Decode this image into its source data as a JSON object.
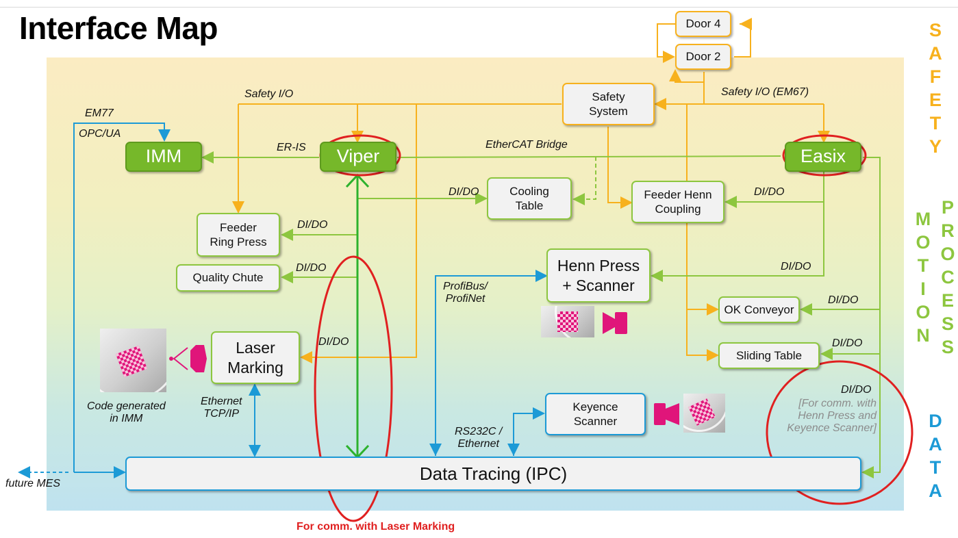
{
  "title": "Interface Map",
  "side_labels": {
    "safety": "S\nA\nF\nE\nT\nY",
    "motion": "M\nO\nT\nI\nO\nN",
    "process": "P\nR\nO\nC\nE\nS\nS",
    "data": "D\nA\nT\nA"
  },
  "nodes": {
    "door4": "Door 4",
    "door2": "Door 2",
    "safety_system": "Safety\nSystem",
    "imm": "IMM",
    "viper": "Viper",
    "easix": "Easix",
    "cooling_table": "Cooling\nTable",
    "feeder_henn": "Feeder Henn\nCoupling",
    "feeder_ring": "Feeder\nRing Press",
    "quality_chute": "Quality Chute",
    "henn_press": "Henn Press\n+ Scanner",
    "ok_conveyor": "OK Conveyor",
    "sliding_table": "Sliding Table",
    "laser_marking": "Laser\nMarking",
    "keyence": "Keyence\nScanner",
    "data_tracing": "Data Tracing (IPC)"
  },
  "labels": {
    "safety_io": "Safety I/O",
    "safety_io_em67": "Safety I/O (EM67)",
    "em77": "EM77",
    "opc_ua": "OPC/UA",
    "er_is": "ER-IS",
    "ethercat": "EtherCAT Bridge",
    "didos": [
      "DI/DO",
      "DI/DO",
      "DI/DO",
      "DI/DO",
      "DI/DO",
      "DI/DO",
      "DI/DO",
      "DI/DO",
      "DI/DO"
    ],
    "profibus": "ProfiBus/\nProfiNet",
    "ethernet_tcp": "Ethernet\nTCP/IP",
    "code_generated": "Code generated\nin IMM",
    "rs232": "RS232C /\nEthernet",
    "future_mes": "future MES",
    "comm_note": "[For comm. with\nHenn Press and\nKeyence Scanner]",
    "laser_caption": "For comm. with Laser Marking"
  },
  "colors": {
    "safety": "#f7b11d",
    "motion": "#8dc63f",
    "data": "#1c9ad6",
    "highlight": "#e02020",
    "device": "#76b82a"
  }
}
